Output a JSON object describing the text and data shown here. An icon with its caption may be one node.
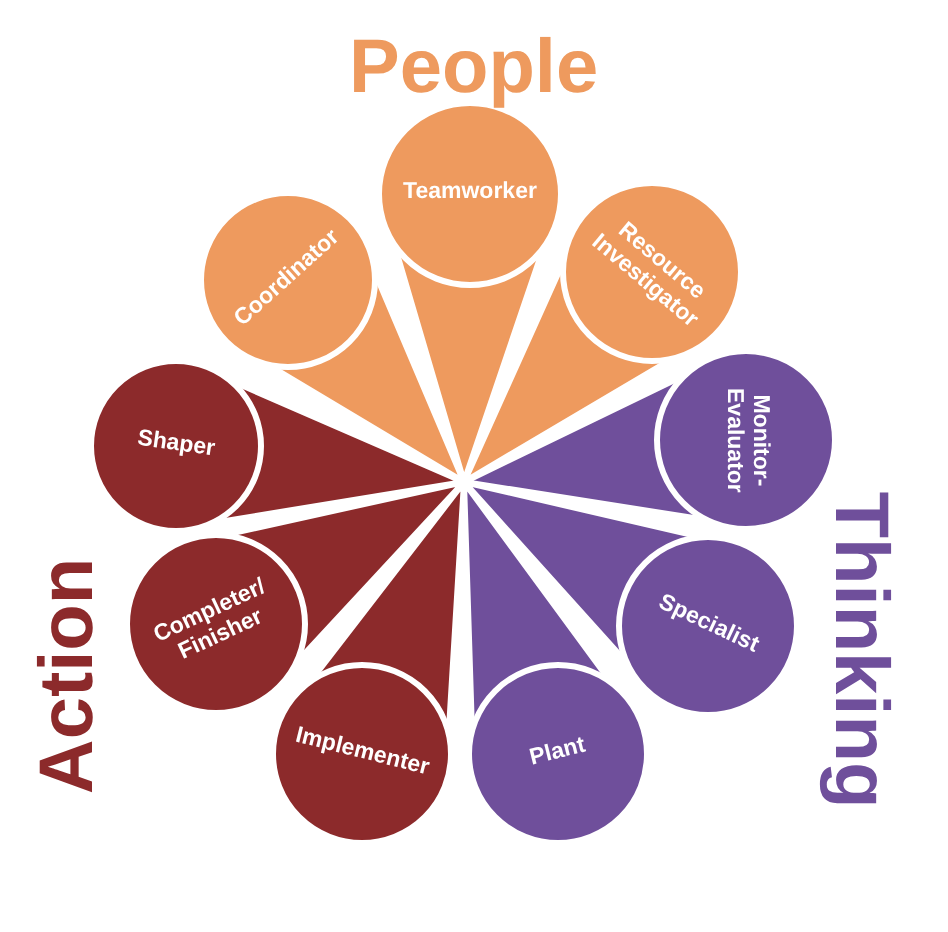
{
  "diagram": {
    "nodes": [
      {
        "text": [
          "Teamworker"
        ]
      },
      {
        "text": [
          "Coordinator"
        ]
      },
      {
        "text": [
          "Resource Investigator"
        ]
      },
      {
        "text": [
          "Shaper"
        ]
      },
      {
        "text": [
          "Monitor-Evaluator"
        ]
      },
      {
        "text": [
          "Completer/ Finisher"
        ]
      },
      {
        "text": [
          "Specialist"
        ]
      },
      {
        "text": [
          "Implementer"
        ]
      },
      {
        "text": [
          "Plant"
        ]
      }
    ],
    "labels": [
      "People",
      "Action",
      "Thinking"
    ]
  }
}
